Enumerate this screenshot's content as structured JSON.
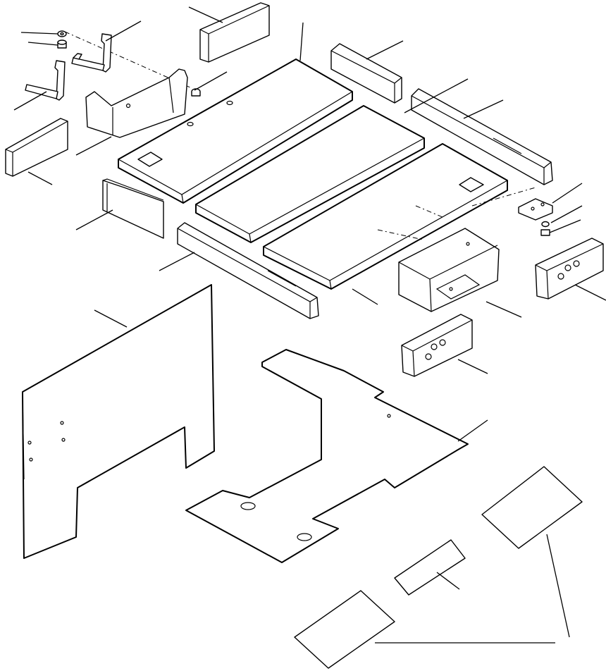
{
  "diagram": {
    "parts": [
      "bracket",
      "bracket",
      "washer",
      "bolt",
      "insulation-pad",
      "cover",
      "bolt",
      "floor-panel",
      "floor-panel",
      "floor-panel",
      "insulation-pad",
      "insulation-pad",
      "insulation-pad",
      "cover-box",
      "plate",
      "washer",
      "bolt",
      "insulation-block",
      "insulation-block",
      "side-panel",
      "floor-mat",
      "anti-slip-sheet",
      "anti-slip-sheet",
      "anti-slip-sheet"
    ],
    "hatch_pattern": "crosshatch",
    "line_color": "#000000",
    "background_color": "#ffffff"
  }
}
